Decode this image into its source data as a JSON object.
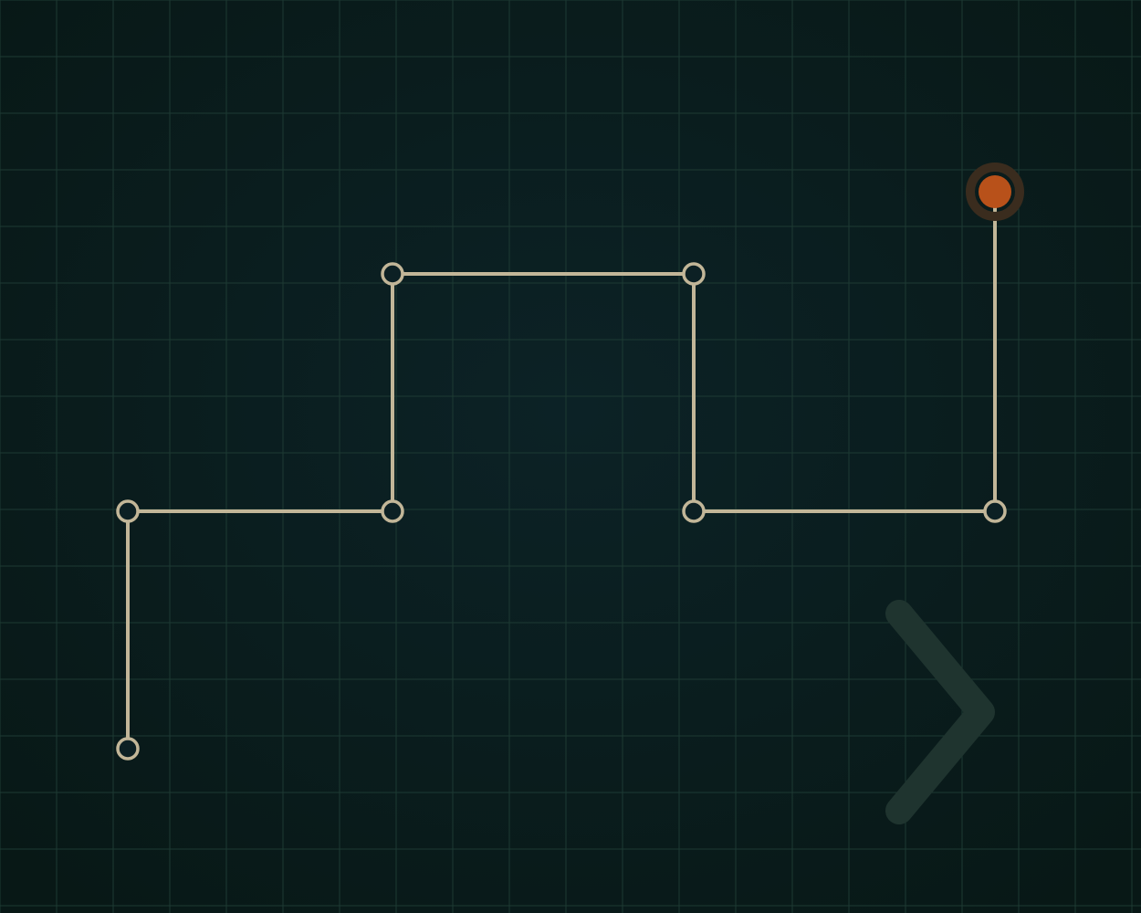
{
  "colors": {
    "background_center": "#0c2226",
    "background_edge": "#081816",
    "grid_line": "#1d3a33",
    "path": "#c2b698",
    "node_stroke": "#c2b698",
    "node_fill": "#0c2024",
    "active_fill": "#b8511a",
    "active_halo": "#3a2c1e",
    "arrow": "#1f342f"
  },
  "icons": {
    "next": "chevron-right-icon"
  },
  "puzzle": {
    "nodes": [
      {
        "id": "n1",
        "state": "idle"
      },
      {
        "id": "n2",
        "state": "idle"
      },
      {
        "id": "n3",
        "state": "idle"
      },
      {
        "id": "n4",
        "state": "idle"
      },
      {
        "id": "n5",
        "state": "idle"
      },
      {
        "id": "n6",
        "state": "idle"
      },
      {
        "id": "n7",
        "state": "idle"
      },
      {
        "id": "n8",
        "state": "active"
      }
    ],
    "path_order": [
      "n1",
      "n2",
      "n3",
      "n4",
      "n5",
      "n6",
      "n7",
      "n8"
    ]
  }
}
